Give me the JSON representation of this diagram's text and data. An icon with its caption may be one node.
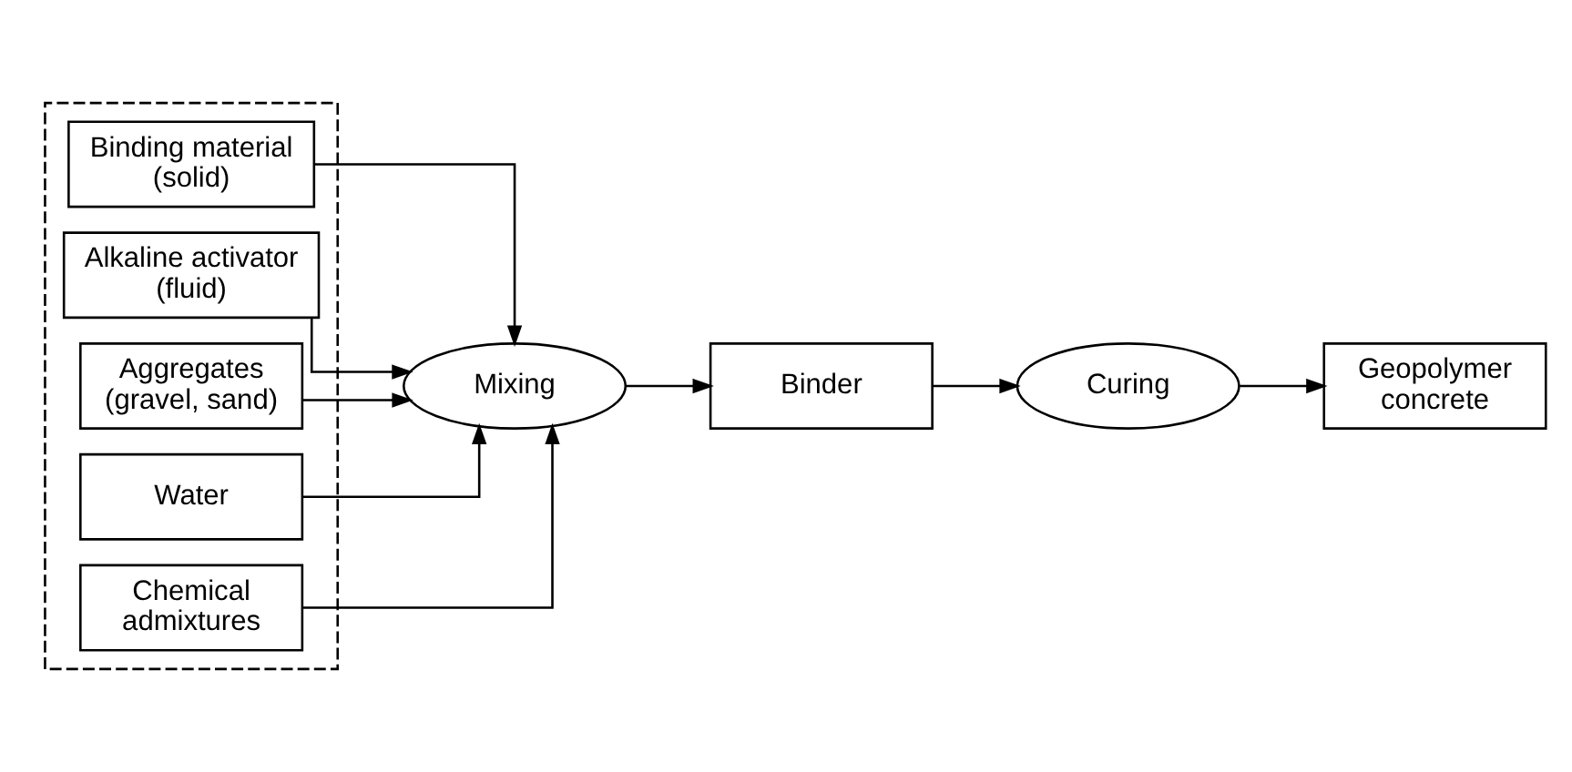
{
  "diagram": {
    "nodes": [
      {
        "text": [],
        "shape": "box"
      },
      {
        "text": [
          "Binding material (solid)"
        ],
        "in": 0
      },
      {
        "text": [
          "Alkaline activator (fluid)"
        ],
        "in": 0
      },
      {
        "text": [
          "Aggregates (gravel, sand)"
        ],
        "in": 0
      },
      {
        "text": [
          "Water"
        ],
        "in": 0
      },
      {
        "text": [
          "Chemical admixtures"
        ],
        "in": 0
      },
      {
        "text": [
          "Mixing"
        ]
      },
      {
        "text": [
          "Binder"
        ]
      },
      {
        "text": [
          "Curing"
        ]
      },
      {
        "text": [
          "Geopolymer concrete"
        ]
      }
    ],
    "edges": [
      {
        "from": 1,
        "to": 6,
        "arrow": "to"
      },
      {
        "from": 2,
        "to": 6,
        "arrow": "to"
      },
      {
        "from": 3,
        "to": 6,
        "arrow": "to"
      },
      {
        "from": 4,
        "to": 6,
        "arrow": "to"
      },
      {
        "from": 5,
        "to": 6,
        "arrow": "to"
      },
      {
        "from": 6,
        "to": 7,
        "arrow": "to"
      },
      {
        "from": 7,
        "to": 8,
        "arrow": "to"
      },
      {
        "from": 8,
        "to": 9,
        "arrow": "to"
      }
    ]
  }
}
